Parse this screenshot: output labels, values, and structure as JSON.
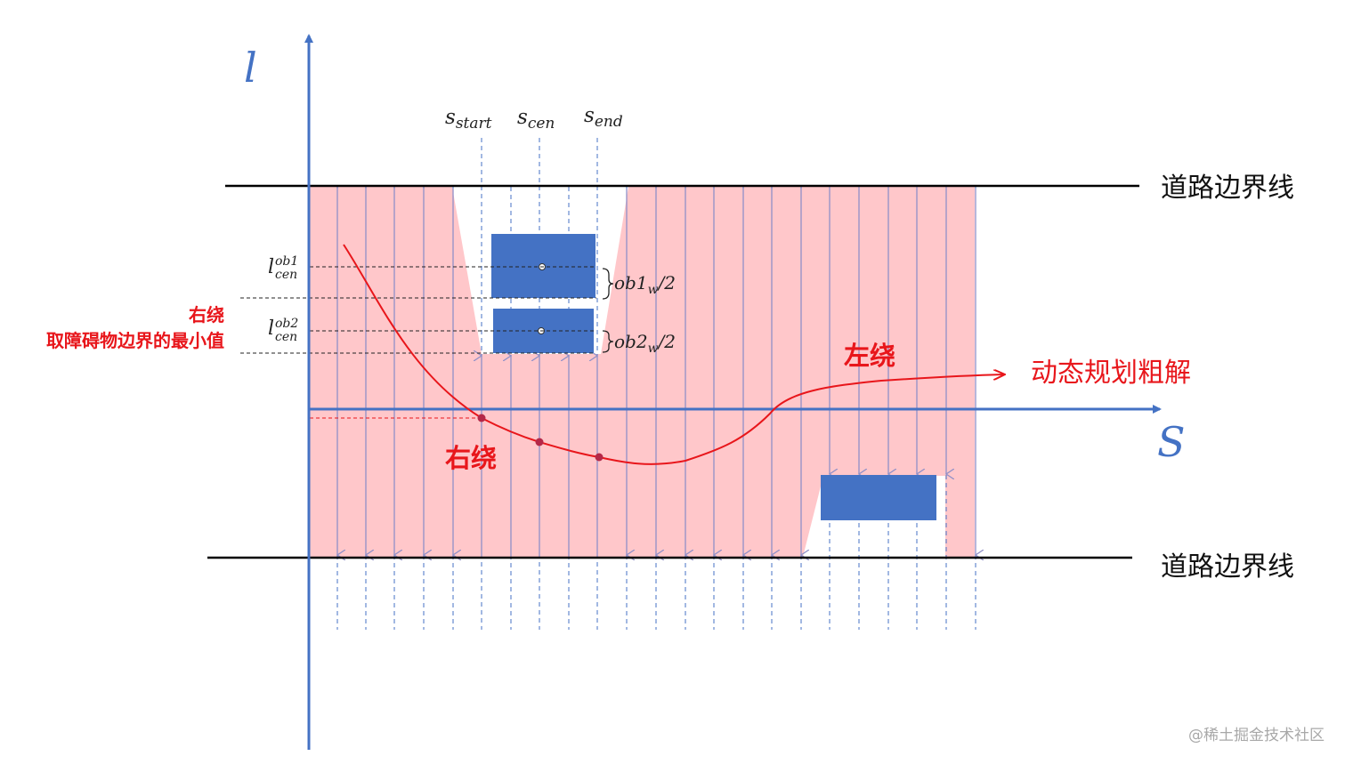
{
  "axes": {
    "l_label": "l",
    "s_label": "S"
  },
  "markers": {
    "s_start": {
      "base": "s",
      "sub": "start"
    },
    "s_cen": {
      "base": "s",
      "sub": "cen"
    },
    "s_end": {
      "base": "s",
      "sub": "end"
    }
  },
  "l_labels": {
    "ob1": {
      "base": "l",
      "sup": "ob1",
      "sub": "cen"
    },
    "ob2": {
      "base": "l",
      "sup": "ob2",
      "sub": "cen"
    }
  },
  "half_widths": {
    "ob1": {
      "prefix": "ob1",
      "sub": "w",
      "suffix": "/2"
    },
    "ob2": {
      "prefix": "ob2",
      "sub": "w",
      "suffix": "/2"
    }
  },
  "road": {
    "top_label": "道路边界线",
    "bottom_label": "道路边界线"
  },
  "annotations": {
    "right_bypass_note_line1": "右绕",
    "right_bypass_note_line2": "取障碍物边界的最小值",
    "right_bypass_label": "右绕",
    "left_bypass_label": "左绕",
    "dp_solution_label": "动态规划粗解"
  },
  "colors": {
    "axis": "#4472c4",
    "feasible_region": "#ffc7ca",
    "obstacle": "#4472c4",
    "path": "#e8161b",
    "road_line": "#000000"
  },
  "watermark": "@稀土掘金技术社区"
}
